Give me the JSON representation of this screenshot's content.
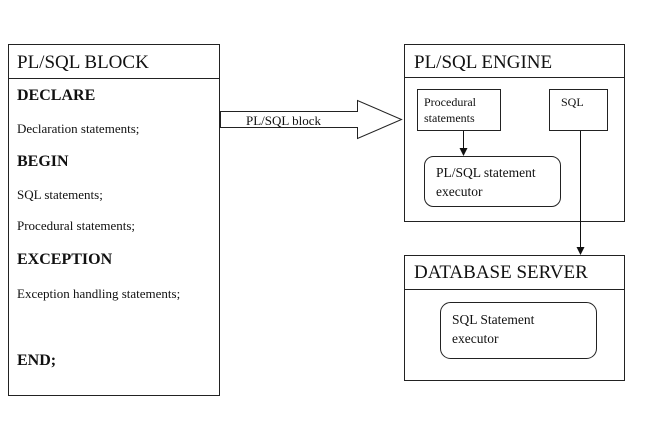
{
  "block": {
    "title": "PL/SQL BLOCK",
    "declare": "DECLARE",
    "declaration_statements": "Declaration statements;",
    "begin": "BEGIN",
    "sql_statements": "SQL statements;",
    "procedural_statements": "Procedural statements;",
    "exception": "EXCEPTION",
    "exception_handling": "Exception handling statements;",
    "end": "END;"
  },
  "arrow_label": "PL/SQL block",
  "engine": {
    "title": "PL/SQL ENGINE",
    "procedural_line1": "Procedural",
    "procedural_line2": "statements",
    "sql": "SQL",
    "executor_line1": "PL/SQL statement",
    "executor_line2": "executor"
  },
  "server": {
    "title": "DATABASE SERVER",
    "executor_line1": "SQL Statement",
    "executor_line2": "executor"
  }
}
